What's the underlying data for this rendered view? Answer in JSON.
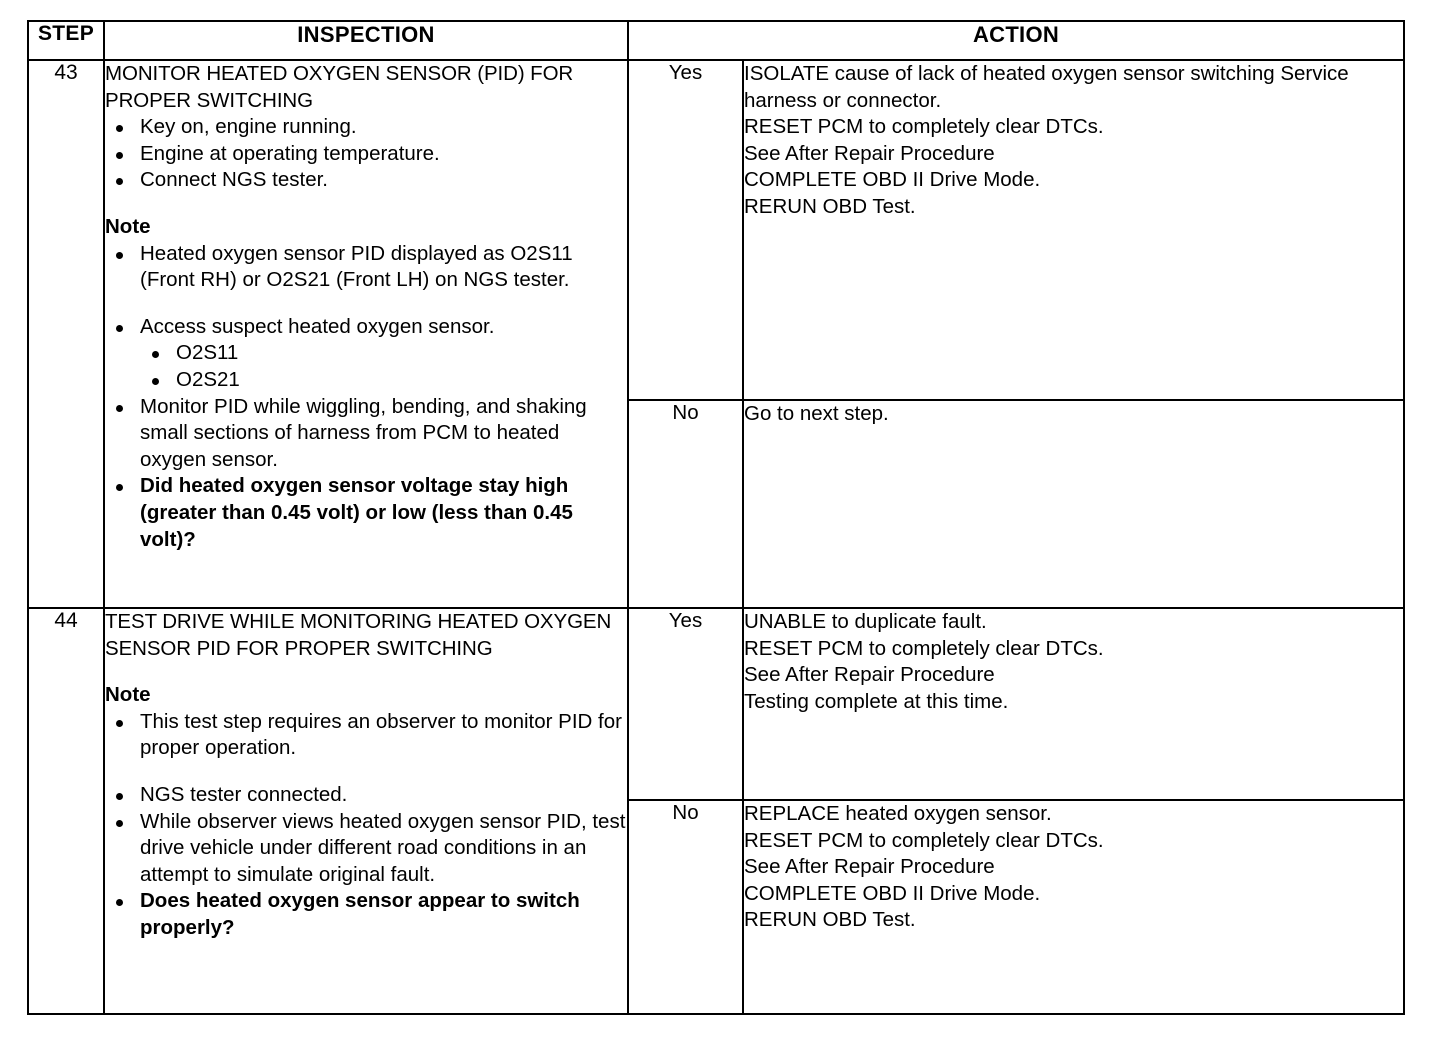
{
  "table": {
    "headers": {
      "step": "STEP",
      "inspection": "INSPECTION",
      "action": "ACTION"
    },
    "rows": [
      {
        "step": "43",
        "inspection": {
          "title": "MONITOR HEATED OXYGEN SENSOR (PID) FOR PROPER SWITCHING",
          "bullets_top": [
            "Key on, engine running.",
            "Engine at operating temperature.",
            "Connect NGS tester."
          ],
          "note_label": "Note",
          "note_bullets": [
            "Heated oxygen sensor PID displayed as O2S11 (Front RH) or O2S21 (Front LH) on NGS tester."
          ],
          "bullets_bottom": [
            {
              "text": "Access suspect heated oxygen sensor.",
              "bold": false,
              "sub": [
                "O2S11",
                "O2S21"
              ]
            },
            {
              "text": "Monitor PID while wiggling, bending, and shaking small sections of harness from PCM to heated oxygen sensor.",
              "bold": false,
              "sub": []
            },
            {
              "text": "Did heated oxygen sensor voltage stay high (greater than 0.45 volt) or low (less than 0.45 volt)?",
              "bold": true,
              "sub": []
            }
          ]
        },
        "branches": [
          {
            "answer": "Yes",
            "action_lines": [
              "ISOLATE cause of lack of heated oxygen sensor switching Service harness or connector.",
              "RESET PCM to completely clear DTCs.",
              "See After Repair Procedure",
              "COMPLETE OBD II Drive Mode.",
              "RERUN OBD Test."
            ]
          },
          {
            "answer": "No",
            "action_lines": [
              "Go to next step."
            ]
          }
        ]
      },
      {
        "step": "44",
        "inspection": {
          "title": "TEST DRIVE WHILE MONITORING HEATED OXYGEN SENSOR PID FOR PROPER SWITCHING",
          "bullets_top": [],
          "note_label": "Note",
          "note_bullets": [
            "This test step requires an observer to monitor PID for proper operation."
          ],
          "bullets_bottom": [
            {
              "text": "NGS tester connected.",
              "bold": false,
              "sub": []
            },
            {
              "text": "While observer views heated oxygen sensor PID, test drive vehicle under different road conditions in an attempt to simulate original fault.",
              "bold": false,
              "sub": []
            },
            {
              "text": "Does heated oxygen sensor appear to switch properly?",
              "bold": true,
              "sub": []
            }
          ]
        },
        "branches": [
          {
            "answer": "Yes",
            "action_lines": [
              "UNABLE to duplicate fault.",
              "RESET PCM to completely clear DTCs.",
              "See After Repair Procedure",
              "Testing complete at this time."
            ]
          },
          {
            "answer": "No",
            "action_lines": [
              "REPLACE heated oxygen sensor.",
              "RESET PCM to completely clear DTCs.",
              "See After Repair Procedure",
              "COMPLETE OBD II Drive Mode.",
              "RERUN OBD Test."
            ]
          }
        ]
      }
    ]
  },
  "colors": {
    "ink": "#000000",
    "paper": "#ffffff"
  }
}
